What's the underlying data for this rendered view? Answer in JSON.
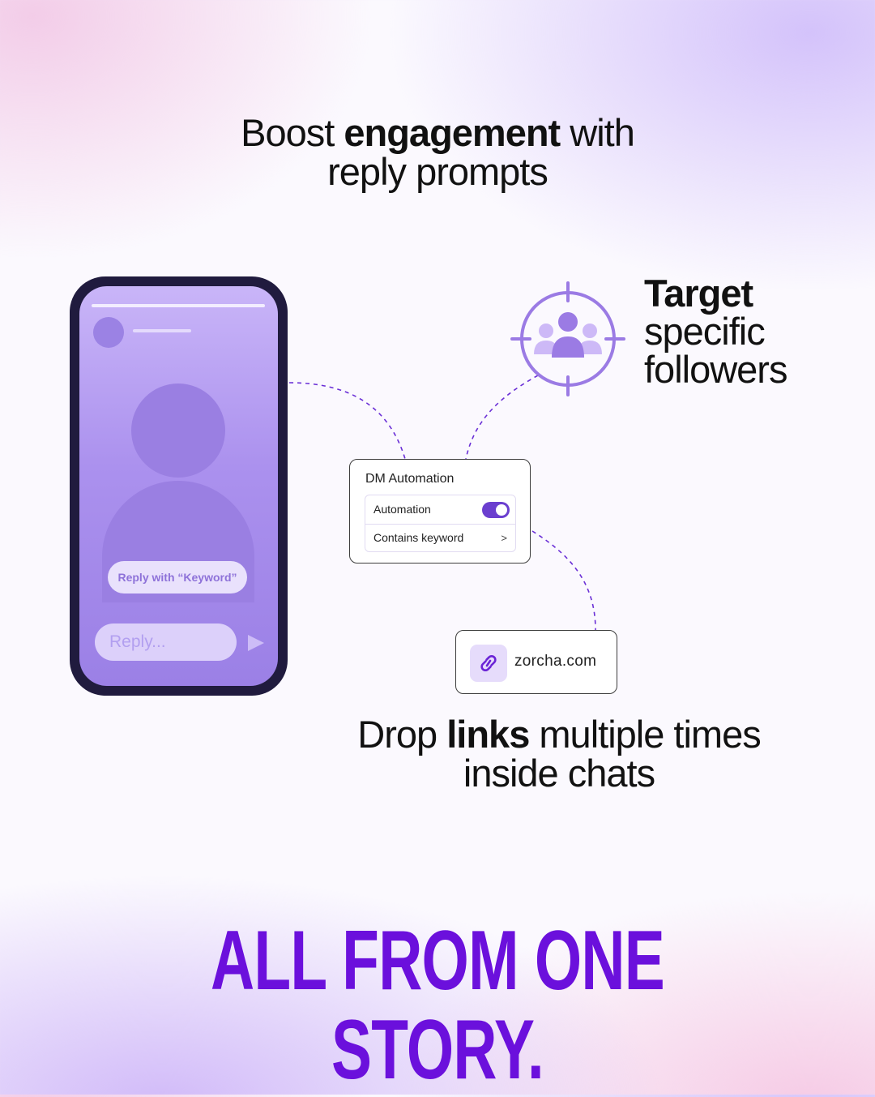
{
  "headline_top": {
    "line1_pre": "Boost ",
    "line1_bold": "engagement",
    "line1_post": " with",
    "line2": "reply prompts"
  },
  "target": {
    "bold": "Target",
    "line2": "specific",
    "line3": "followers",
    "icon": "target-followers-icon"
  },
  "phone": {
    "sticker_text": "Reply with “Keyword”",
    "reply_placeholder": "Reply...",
    "send_icon": "send-icon"
  },
  "dm_card": {
    "title": "DM Automation",
    "rows": [
      {
        "label": "Automation",
        "control": "toggle",
        "on": true
      },
      {
        "label": "Contains keyword",
        "control": "chevron",
        "glyph": ">"
      }
    ]
  },
  "link_card": {
    "text": "zorcha.com",
    "icon": "link-icon"
  },
  "headline_bottom": {
    "line1_pre": "Drop ",
    "line1_bold": "links",
    "line1_post": " multiple times",
    "line2": "inside chats"
  },
  "tagline": "ALL FROM ONE STORY.",
  "colors": {
    "accent": "#6b10dc",
    "phone_frame": "#201b3e",
    "toggle_on": "#6b3fcf",
    "icon_purple": "#9b7be4"
  }
}
